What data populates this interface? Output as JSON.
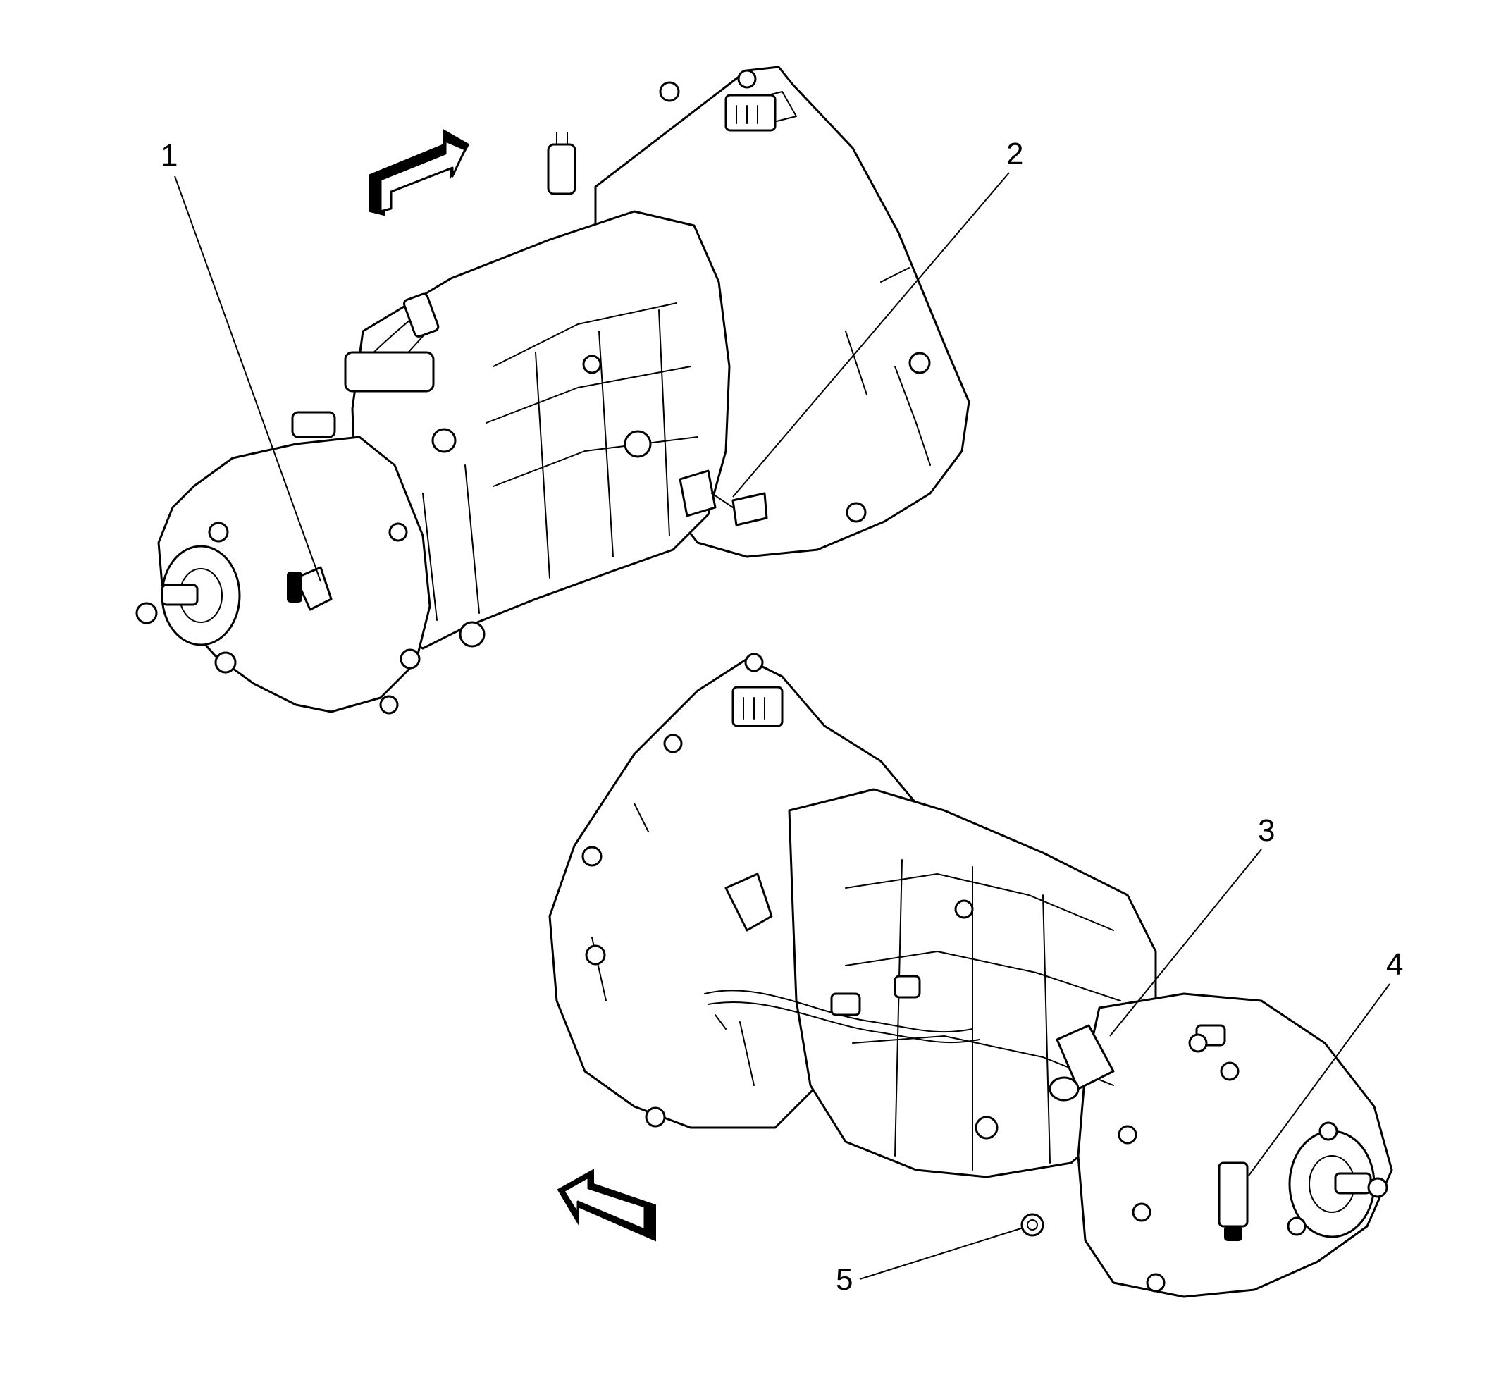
{
  "diagram": {
    "callouts": [
      {
        "id": "1",
        "label": "1"
      },
      {
        "id": "2",
        "label": "2"
      },
      {
        "id": "3",
        "label": "3"
      },
      {
        "id": "4",
        "label": "4"
      },
      {
        "id": "5",
        "label": "5"
      }
    ],
    "views": [
      {
        "id": "upper",
        "icon": "transmission-assembly-upper-view"
      },
      {
        "id": "lower",
        "icon": "transmission-assembly-lower-view"
      }
    ],
    "arrows": [
      {
        "id": "upper",
        "icon": "direction-arrow-right-icon"
      },
      {
        "id": "lower",
        "icon": "direction-arrow-left-icon"
      }
    ]
  }
}
